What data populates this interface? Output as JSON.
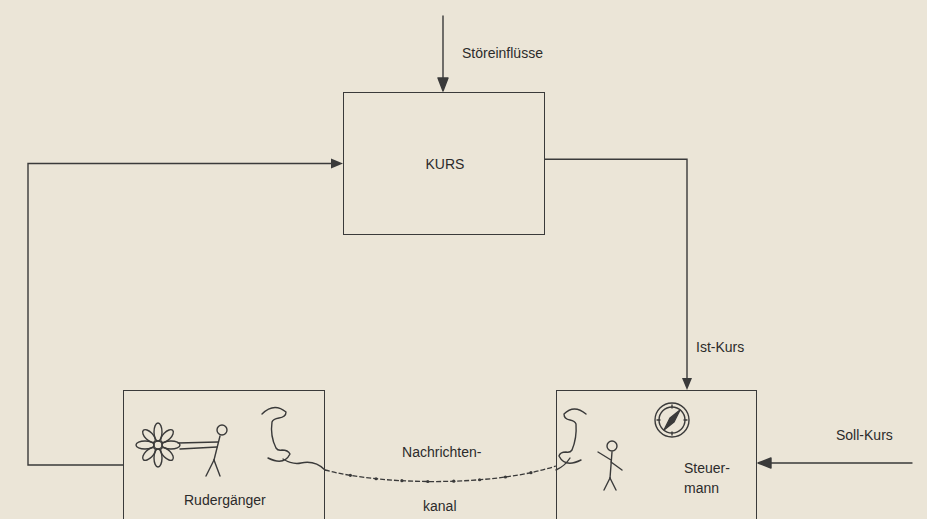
{
  "diagram": {
    "nodes": [
      {
        "text": [
          "KURS"
        ]
      },
      {
        "text": [
          "Rudergänger"
        ]
      },
      {
        "text": [
          "Steuer- mann"
        ]
      }
    ],
    "edges": [
      {
        "from": 1,
        "to": 0,
        "arrow": "to"
      },
      {
        "from": 0,
        "to": 2,
        "label": "Ist-Kurs",
        "arrow": "to"
      },
      {
        "from": 1,
        "to": 2,
        "label": "Nachrichten- kanal",
        "arrow": "none"
      }
    ],
    "labels": [
      "Störeinflüsse",
      "Soll-Kurs"
    ]
  }
}
